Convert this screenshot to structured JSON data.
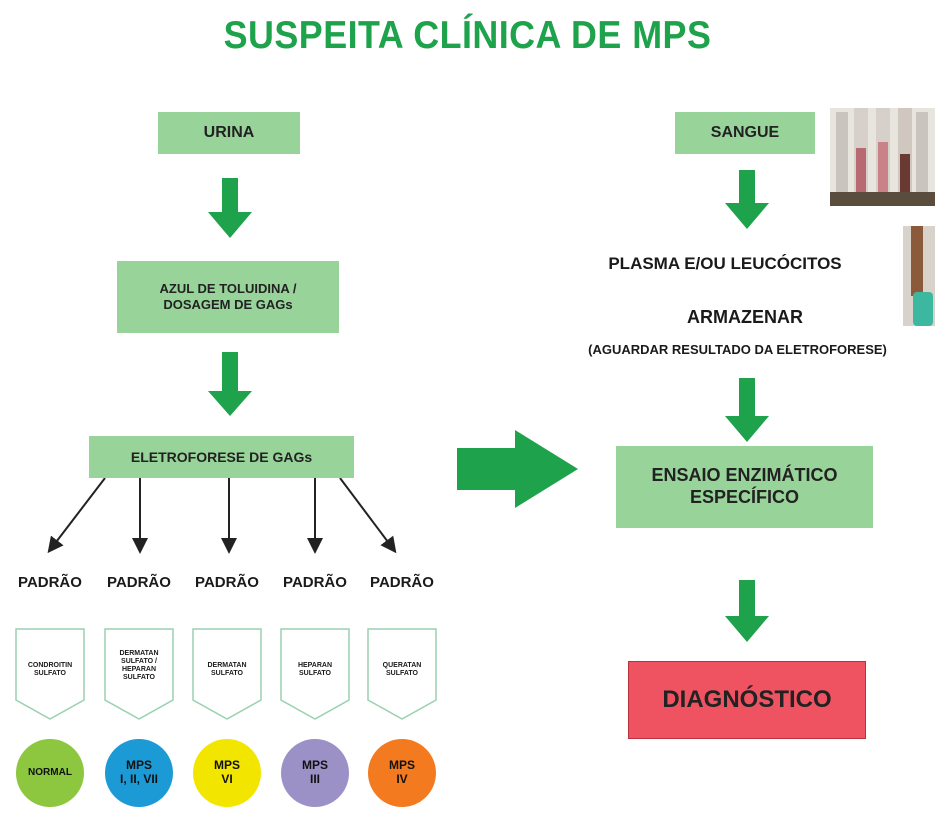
{
  "title": "SUSPEITA CLÍNICA DE MPS",
  "left": {
    "urina": "URINA",
    "azul": "AZUL DE TOLUIDINA /\nDOSAGEM DE GAGs",
    "eletroforese": "ELETROFORESE DE GAGs",
    "padroes": [
      {
        "label": "PADRÃO",
        "type": "CONDROITIN\nSULFATO",
        "result": "NORMAL",
        "color": "#8dc63f"
      },
      {
        "label": "PADRÃO",
        "type": "DERMATAN\nSULFATO /\nHEPARAN\nSULFATO",
        "result": "MPS\nI, II, VII",
        "color": "#1c9ad6"
      },
      {
        "label": "PADRÃO",
        "type": "DERMATAN\nSULFATO",
        "result": "MPS\nVI",
        "color": "#f2e600"
      },
      {
        "label": "PADRÃO",
        "type": "HEPARAN\nSULFATO",
        "result": "MPS\nIII",
        "color": "#9b91c6"
      },
      {
        "label": "PADRÃO",
        "type": "QUERATAN\nSULFATO",
        "result": "MPS\nIV",
        "color": "#f47a20"
      }
    ]
  },
  "right": {
    "sangue": "SANGUE",
    "plasma": "PLASMA E/OU LEUCÓCITOS",
    "armazenar": "ARMAZENAR",
    "aguardar": "(AGUARDAR RESULTADO DA ELETROFORESE)",
    "ensaio": "ENSAIO ENZIMÁTICO\nESPECÍFICO",
    "diagnostico": "DIAGNÓSTICO"
  },
  "colors": {
    "title": "#1ea24b",
    "box": "#98d39a",
    "arrow": "#1ea24b",
    "diagnostico": "#ef5361"
  },
  "images": [
    "blood-tubes-photo",
    "pipette-photo"
  ]
}
